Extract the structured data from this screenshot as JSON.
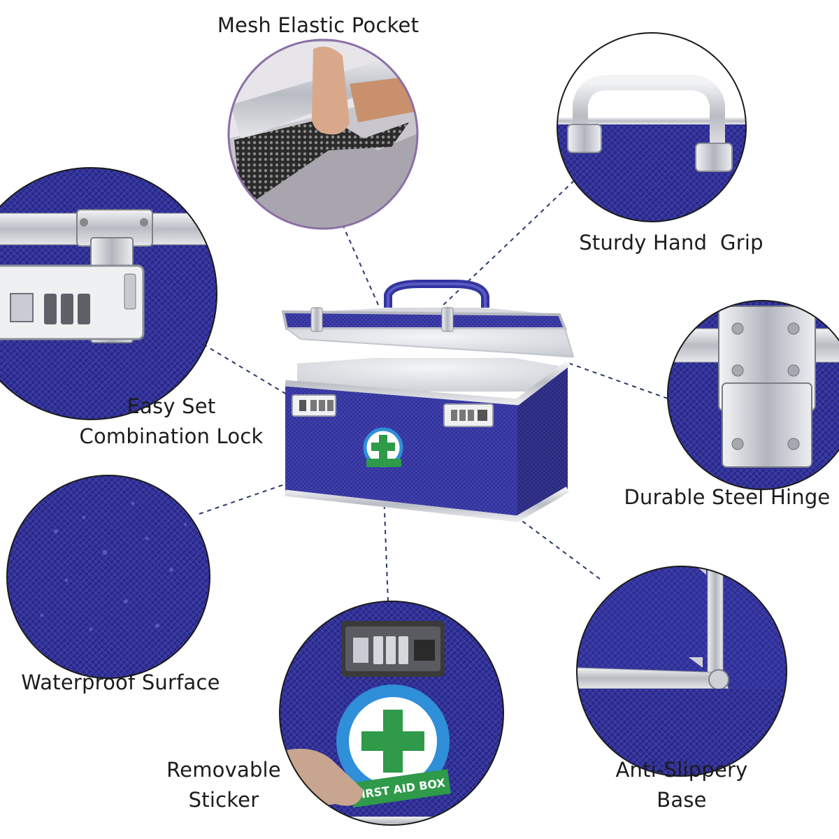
{
  "colors": {
    "case_blue": "#3a3aa6",
    "case_blue_dark": "#262680",
    "aluminum": "#c9ccd2",
    "interior": "#e4e6ea",
    "dash_line": "#2a3a66",
    "sticker_green": "#2e9a4a",
    "sticker_ring": "#2f8fd8"
  },
  "sticker_text": "FIRST AID BOX",
  "labels": {
    "mesh_pocket": "Mesh Elastic Pocket",
    "hand_grip": "Sturdy Hand  Grip",
    "combination_lock": [
      "Easy Set",
      "Combination Lock"
    ],
    "steel_hinge": "Durable Steel Hinge",
    "waterproof": "Waterproof Surface",
    "sticker": [
      "Removable",
      "Sticker"
    ],
    "base": [
      "Anti-Slippery",
      "Base"
    ]
  }
}
